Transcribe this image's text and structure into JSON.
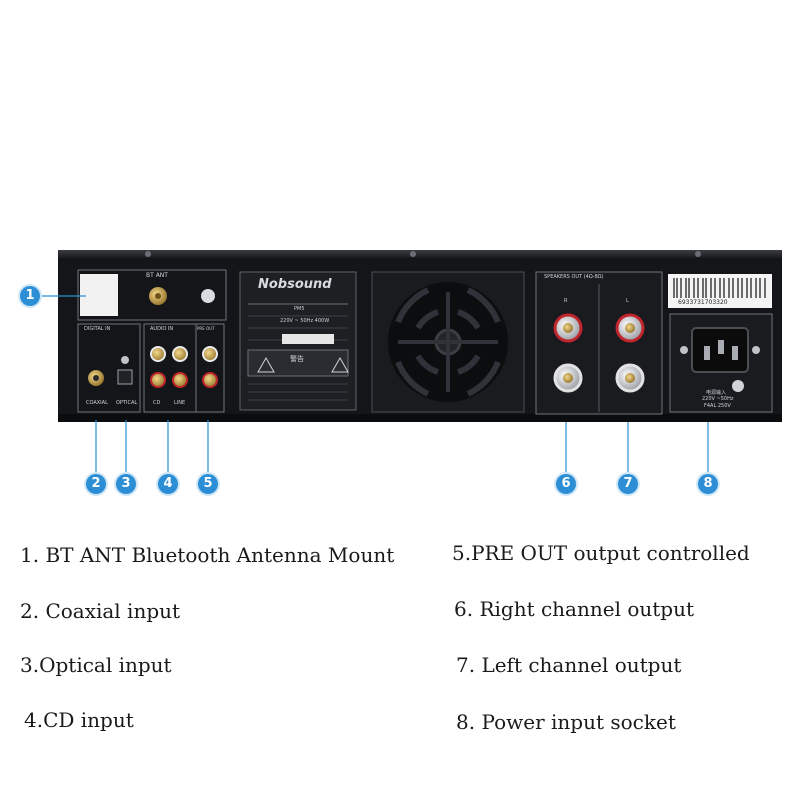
{
  "device": {
    "brand": "Nobsound",
    "model_field": "PM5",
    "power_rating": "220V ~ 50Hz 400W",
    "panel_labels": {
      "bt_ant": "BT ANT",
      "digital_in": "DIGITAL IN",
      "audio_in": "AUDIO IN",
      "pre_out": "PRE OUT",
      "speakers_out": "SPEAKERS OUT (4Ω-8Ω)",
      "coaxial": "COAXIAL",
      "optical": "OPTICAL",
      "cd": "CD",
      "line": "LINE",
      "r": "R",
      "l": "L",
      "barcode": "6933731703320",
      "power_in": "电源输入",
      "power_spec_1": "220V ~50Hz",
      "power_spec_2": "F4AL 250V",
      "warning": "警告"
    }
  },
  "callouts": [
    "1",
    "2",
    "3",
    "4",
    "5",
    "6",
    "7",
    "8"
  ],
  "legend": {
    "left": [
      "1. BT ANT Bluetooth Antenna Mount",
      "2. Coaxial input",
      "3.Optical input",
      "4.CD input"
    ],
    "right": [
      "5.PRE OUT output controlled",
      "6. Right channel output",
      "7. Left channel output",
      "8. Power input socket"
    ]
  },
  "colors": {
    "panel": "#141518",
    "callout_blue": "#2c8fd6",
    "gold": "#c9a24a",
    "rca_red": "#c0262b"
  }
}
